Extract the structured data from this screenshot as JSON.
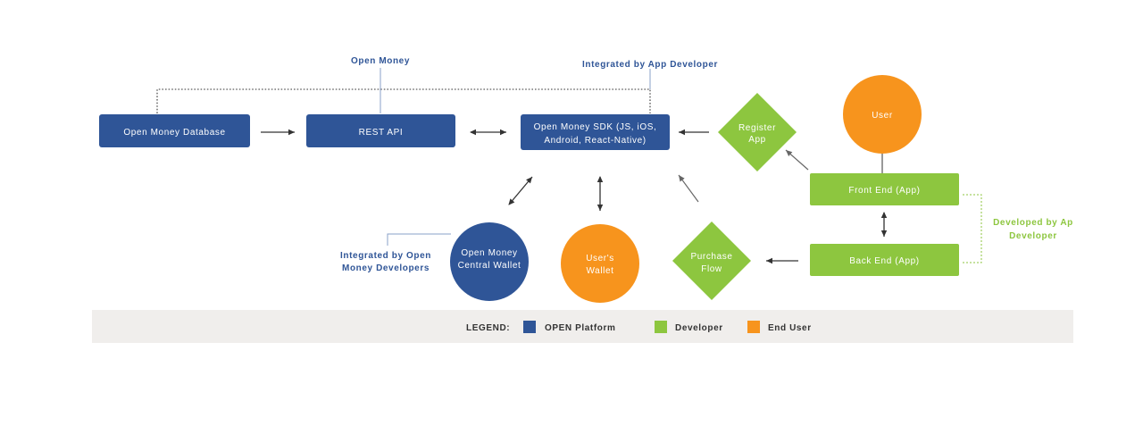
{
  "annotations": {
    "open_money": "Open Money",
    "integrated_app_dev": "Integrated by App Developer",
    "integrated_open_dev_line1": "Integrated by Open",
    "integrated_open_dev_line2": "Money Developers",
    "developed_by_line1": "Developed by Ap",
    "developed_by_line2": "Developer"
  },
  "nodes": {
    "database": "Open Money Database",
    "rest_api": "REST API",
    "sdk_line1": "Open Money SDK (JS, iOS,",
    "sdk_line2": "Android, React-Native)",
    "register_line1": "Register",
    "register_line2": "App",
    "user": "User",
    "front_end": "Front End (App)",
    "back_end": "Back End (App)",
    "purchase_line1": "Purchase",
    "purchase_line2": "Flow",
    "users_wallet_line1": "User's",
    "users_wallet_line2": "Wallet",
    "central_wallet_line1": "Open Money",
    "central_wallet_line2": "Central Wallet"
  },
  "legend": {
    "title": "LEGEND:",
    "items": [
      {
        "label": "OPEN Platform",
        "color": "#2f5597"
      },
      {
        "label": "Developer",
        "color": "#8dc63f"
      },
      {
        "label": "End User",
        "color": "#f7941d"
      }
    ]
  },
  "colors": {
    "platform": "#2f5597",
    "developer": "#8dc63f",
    "end_user": "#f7941d",
    "legend_band": "#f0eeec"
  }
}
